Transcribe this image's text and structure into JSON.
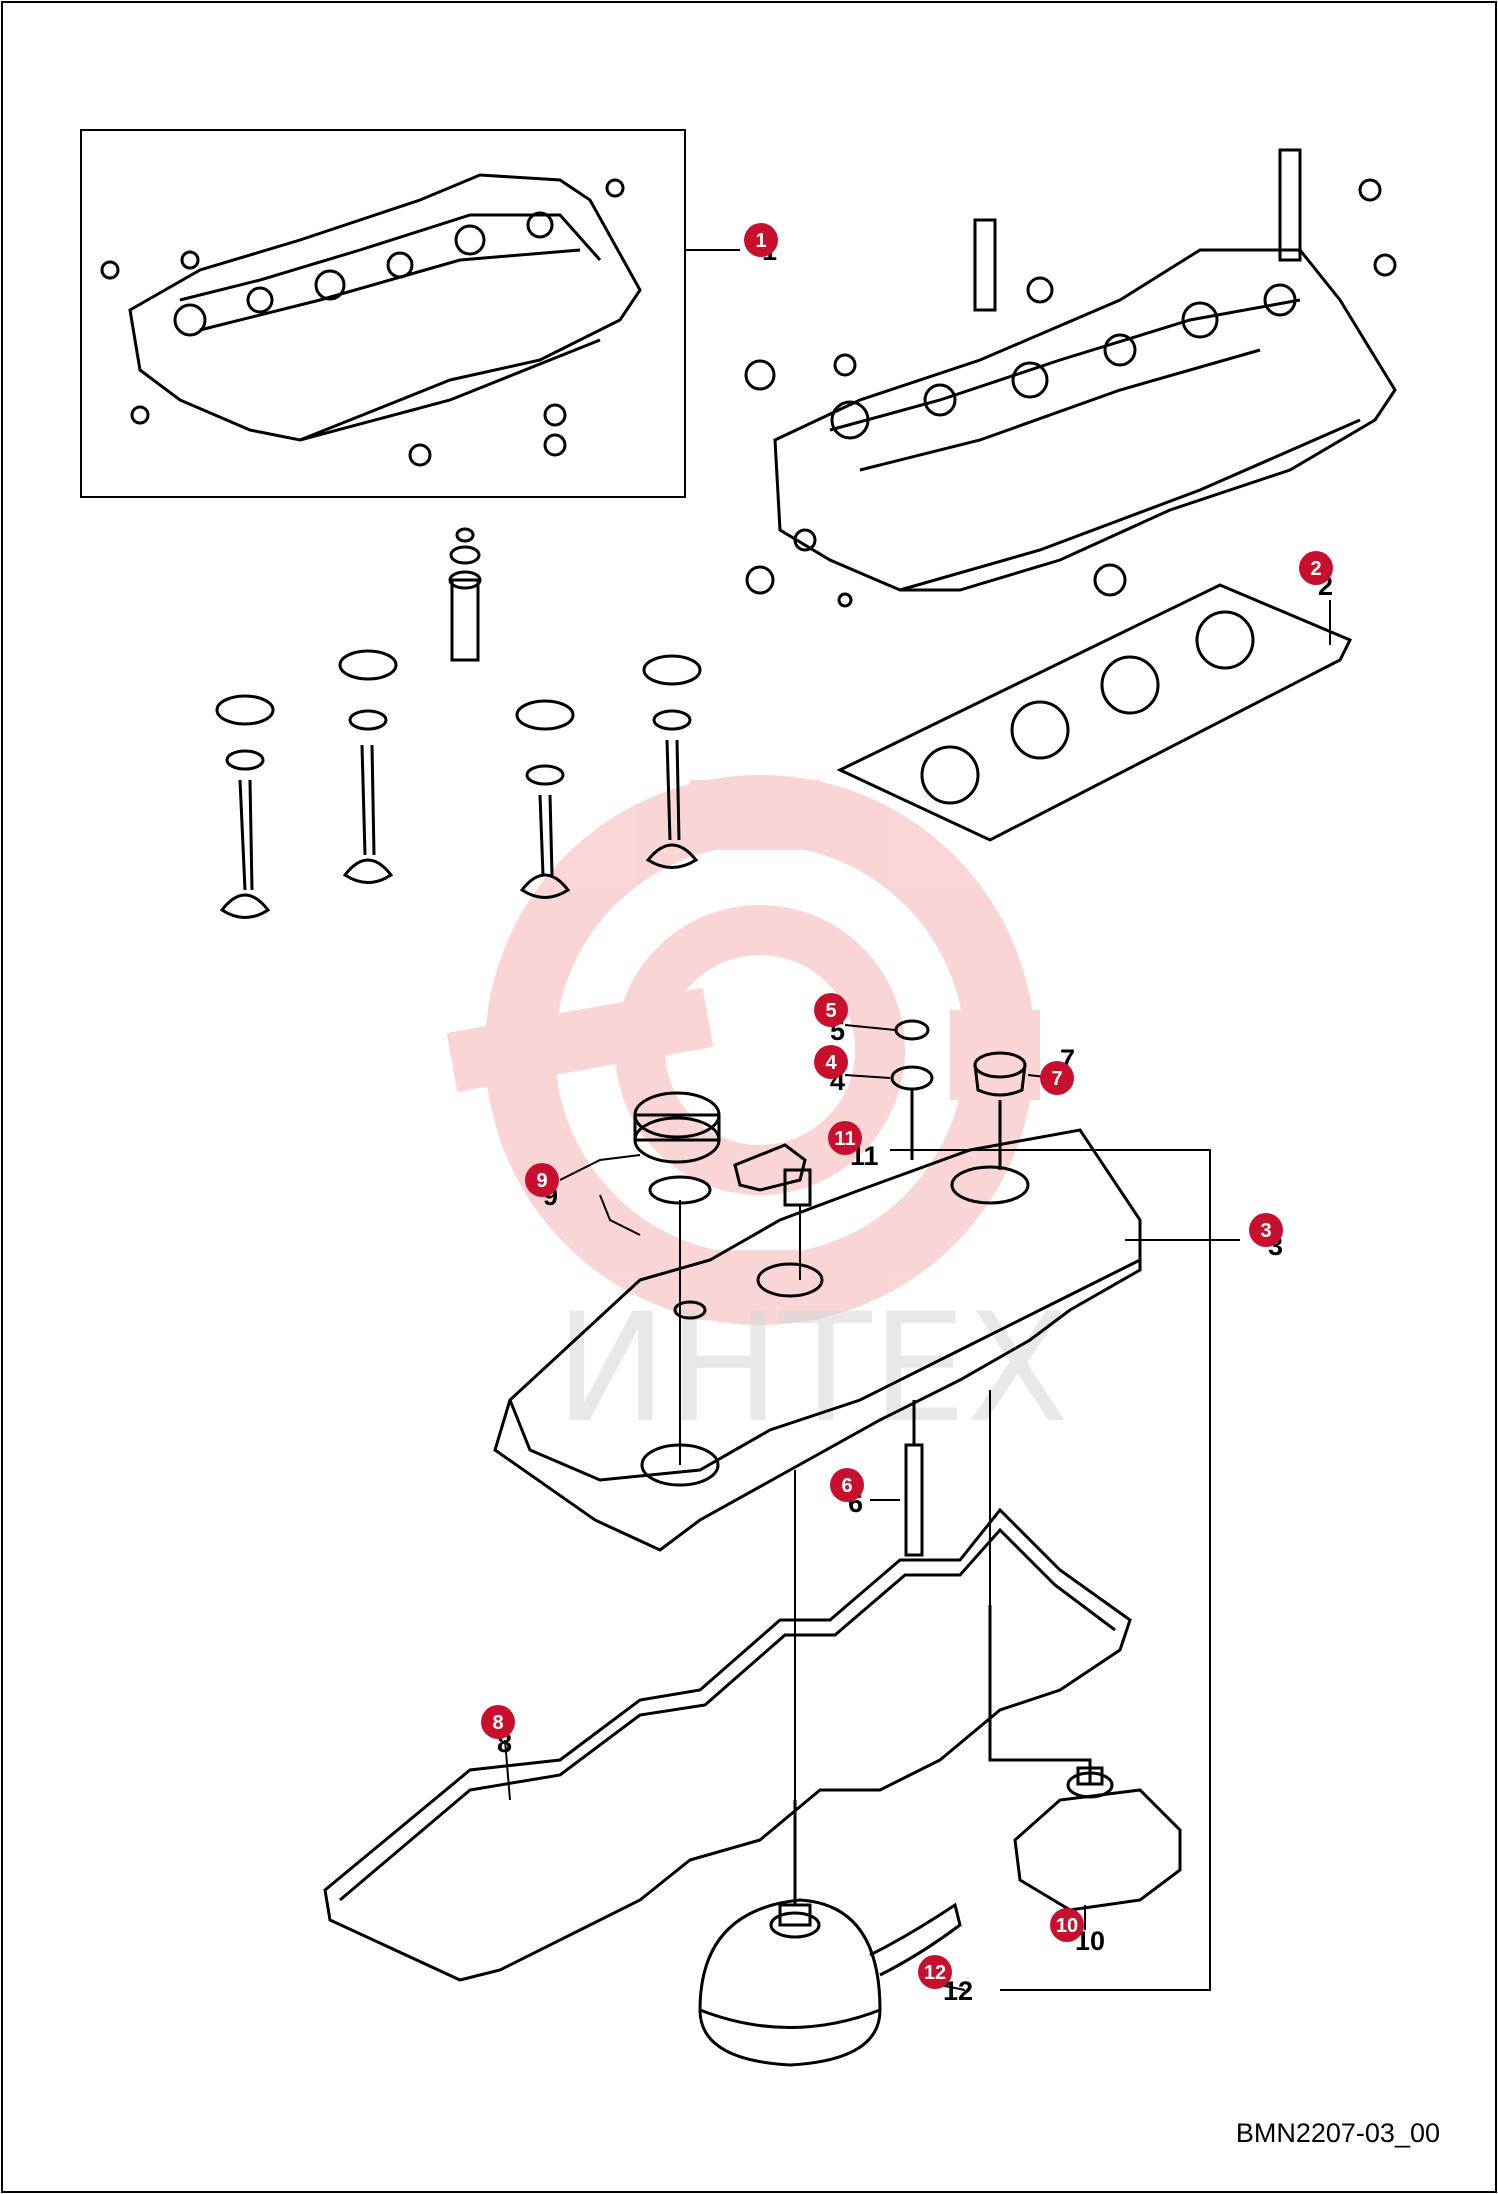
{
  "diagram": {
    "code": "BMN2207-03_00",
    "watermark": "ИНТЕХ",
    "callout_color": "#c8102e",
    "watermark_color": "#f4a7a7",
    "callouts": [
      {
        "number": "1"
      },
      {
        "number": "2"
      },
      {
        "number": "3"
      },
      {
        "number": "4"
      },
      {
        "number": "5"
      },
      {
        "number": "6"
      },
      {
        "number": "7"
      },
      {
        "number": "8"
      },
      {
        "number": "9"
      },
      {
        "number": "10"
      },
      {
        "number": "11"
      },
      {
        "number": "12"
      }
    ]
  }
}
